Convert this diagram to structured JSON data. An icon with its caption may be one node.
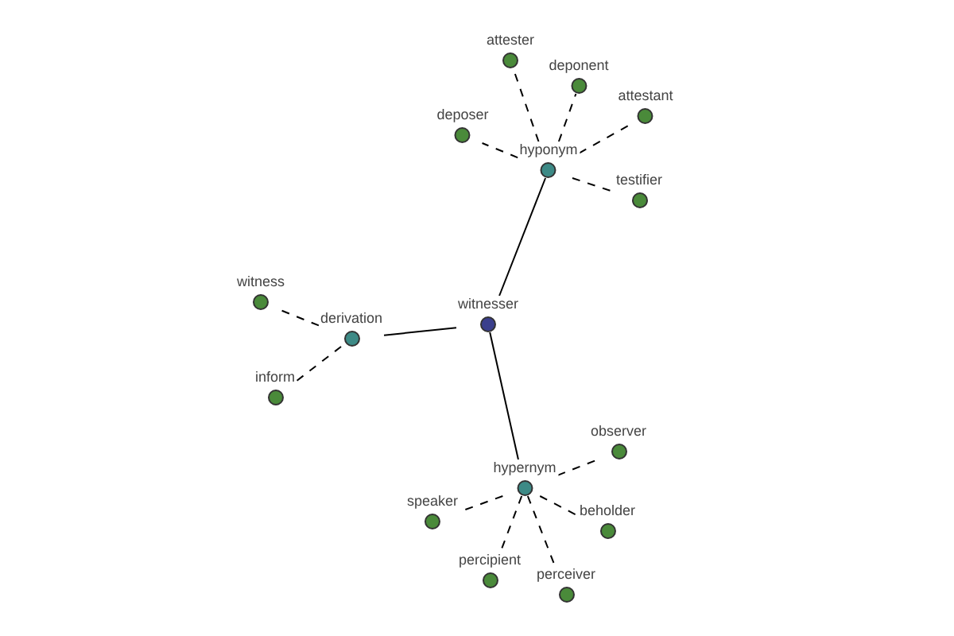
{
  "diagram": {
    "nodes": [
      {
        "text": [
          "attester"
        ]
      },
      {
        "text": [
          "deponent"
        ]
      },
      {
        "text": [
          "attestant"
        ]
      },
      {
        "text": [
          "deposer"
        ]
      },
      {
        "text": [
          "hyponym"
        ]
      },
      {
        "text": [
          "testifier"
        ]
      },
      {
        "text": [
          "witness"
        ]
      },
      {
        "text": [
          "witnesser"
        ]
      },
      {
        "text": [
          "derivation"
        ]
      },
      {
        "text": [
          "inform"
        ]
      },
      {
        "text": [
          "observer"
        ]
      },
      {
        "text": [
          "hypernym"
        ]
      },
      {
        "text": [
          "speaker"
        ]
      },
      {
        "text": [
          "beholder"
        ]
      },
      {
        "text": [
          "percipient"
        ]
      },
      {
        "text": [
          "perceiver"
        ]
      }
    ],
    "edges": [
      {
        "from": 7,
        "to": 4,
        "arrow": "none"
      },
      {
        "from": 7,
        "to": 8,
        "arrow": "none"
      },
      {
        "from": 7,
        "to": 11,
        "arrow": "none"
      },
      {
        "from": 4,
        "to": 0,
        "arrow": "none",
        "style": "dashed"
      },
      {
        "from": 4,
        "to": 1,
        "arrow": "none",
        "style": "dashed"
      },
      {
        "from": 4,
        "to": 2,
        "arrow": "none",
        "style": "dashed"
      },
      {
        "from": 4,
        "to": 3,
        "arrow": "none",
        "style": "dashed"
      },
      {
        "from": 4,
        "to": 5,
        "arrow": "none",
        "style": "dashed"
      },
      {
        "from": 8,
        "to": 6,
        "arrow": "none",
        "style": "dashed"
      },
      {
        "from": 8,
        "to": 9,
        "arrow": "none",
        "style": "dashed"
      },
      {
        "from": 11,
        "to": 10,
        "arrow": "none",
        "style": "dashed"
      },
      {
        "from": 11,
        "to": 12,
        "arrow": "none",
        "style": "dashed"
      },
      {
        "from": 11,
        "to": 13,
        "arrow": "none",
        "style": "dashed"
      },
      {
        "from": 11,
        "to": 14,
        "arrow": "none",
        "style": "dashed"
      },
      {
        "from": 11,
        "to": 15,
        "arrow": "none",
        "style": "dashed"
      }
    ]
  }
}
